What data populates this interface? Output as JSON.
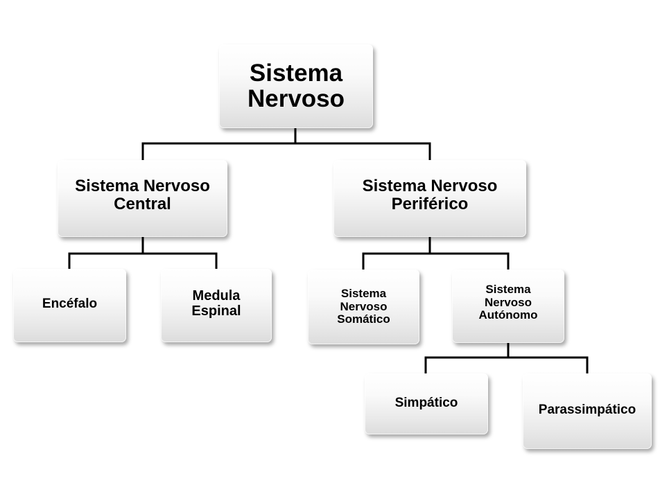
{
  "nodes": {
    "root": {
      "line1": "Sistema",
      "line2": "Nervoso"
    },
    "central": {
      "line1": "Sistema Nervoso",
      "line2": "Central"
    },
    "periferico": {
      "line1": "Sistema Nervoso",
      "line2": "Periférico"
    },
    "encefalo": {
      "label": "Encéfalo"
    },
    "medula": {
      "line1": "Medula",
      "line2": "Espinal"
    },
    "somatico": {
      "line1": "Sistema",
      "line2": "Nervoso",
      "line3": "Somático"
    },
    "autonomo": {
      "line1": "Sistema",
      "line2": "Nervoso",
      "line3": "Autónomo"
    },
    "simpatico": {
      "label": "Simpático"
    },
    "parassimpatico": {
      "label": "Parassimpático"
    }
  },
  "colors": {
    "connector": "#000000",
    "node_top": "#ffffff",
    "node_bottom": "#dcdcdc",
    "text": "#000000"
  }
}
